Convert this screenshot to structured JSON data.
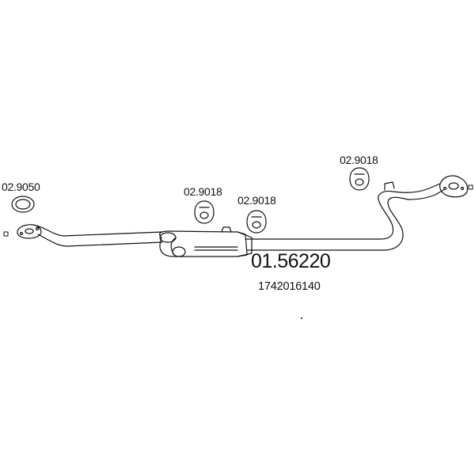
{
  "diagram": {
    "main_part_number": "01.56220",
    "oem_number": "1742016140",
    "parts": [
      {
        "number": "02.9050",
        "icon": "gasket-ring-icon"
      },
      {
        "number": "02.9018",
        "icon": "rubber-hanger-icon"
      },
      {
        "number": "02.9018",
        "icon": "rubber-hanger-icon"
      },
      {
        "number": "02.9018",
        "icon": "rubber-hanger-icon"
      }
    ],
    "colors": {
      "ink": "#111111",
      "background": "#ffffff"
    }
  }
}
